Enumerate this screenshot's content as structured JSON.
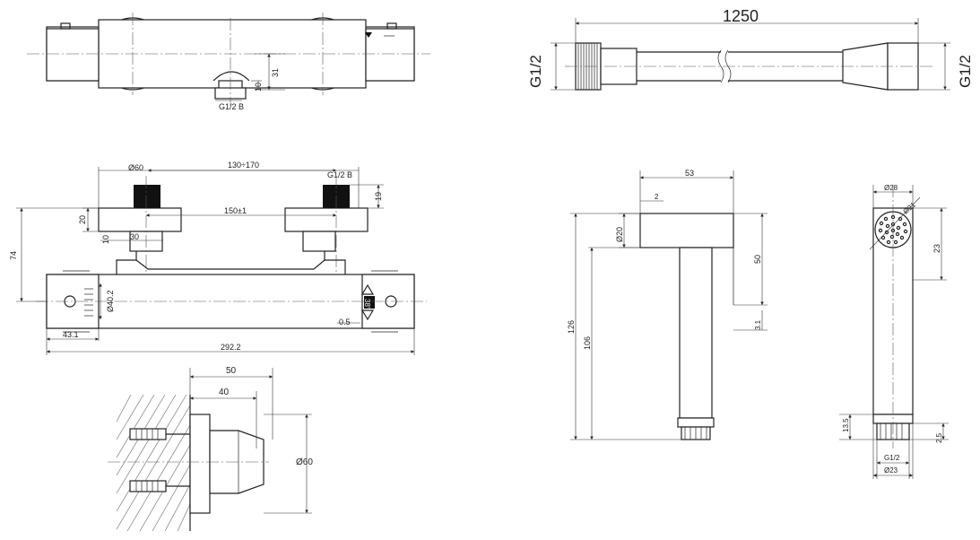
{
  "dimensions": {
    "front_view": {
      "connection": "G1/2 B",
      "height_31": "31",
      "height_10": "10"
    },
    "hose": {
      "length": "1250",
      "thread_left": "G1/2",
      "thread_right": "G1/2"
    },
    "top_view": {
      "inlet_diameter": "Ø60",
      "spacing_range": "130÷170",
      "connection": "G1/2 B",
      "depth_19": "19",
      "depth_20": "20",
      "spacing": "150±1",
      "offset_10": "10",
      "width_30": "30",
      "depth_74": "74",
      "body_diameter": "Ø40.2",
      "small_0_5": "0.5",
      "temp_mark": "38°",
      "side_43": "43.1",
      "total_length": "292.2"
    },
    "wall_bracket": {
      "length_50": "50",
      "length_40": "40",
      "diameter": "Ø60"
    },
    "handshower_side": {
      "top_dim": "53",
      "top_small": "2",
      "dia_20": "Ø20",
      "height_50": "50",
      "small_3": "3.1",
      "height_126": "126",
      "height_106": "106"
    },
    "handshower_front": {
      "dia_28": "Ø28",
      "dia_21": "Ø21",
      "dim_23": "23",
      "dim_135": "13.5",
      "dim_25": "2.5",
      "thread": "G1/2",
      "dia_23": "Ø23"
    }
  }
}
